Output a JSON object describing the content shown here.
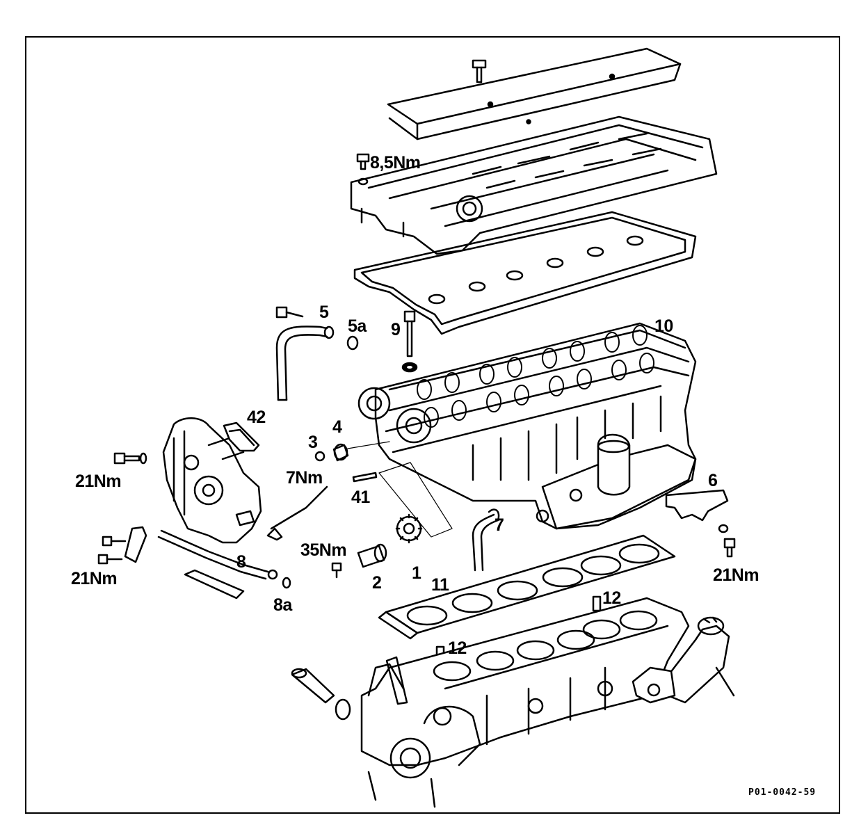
{
  "diagram": {
    "reference_code": "P01-0042-59",
    "labels": {
      "torque_8_5": "8,5Nm",
      "n5": "5",
      "n5a": "5a",
      "n9": "9",
      "n10": "10",
      "n42": "42",
      "n4": "4",
      "n3": "3",
      "torque_7": "7Nm",
      "n41": "41",
      "torque_21_left_top": "21Nm",
      "n6": "6",
      "n7": "7",
      "torque_35": "35Nm",
      "n2": "2",
      "n1": "1",
      "n8": "8",
      "n8a": "8a",
      "torque_21_left_bottom": "21Nm",
      "n11": "11",
      "n12_right": "12",
      "n12_left": "12",
      "torque_21_right": "21Nm"
    }
  }
}
